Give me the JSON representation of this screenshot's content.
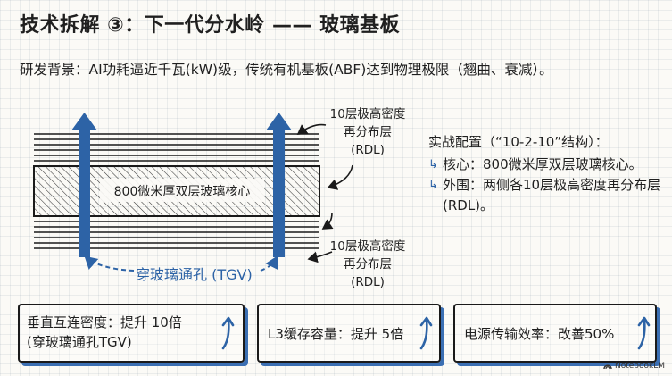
{
  "title": "技术拆解 ③：下一代分水岭 —— 玻璃基板",
  "subtitle": "研发背景：AI功耗逼近千瓦(kW)级，传统有机基板(ABF)达到物理极限（翘曲、衰减）。",
  "diagram": {
    "top_label": [
      "10层极高密度",
      "再分布层",
      "(RDL)"
    ],
    "core_label": "800微米厚双层玻璃核心",
    "bottom_label": [
      "10层极高密度",
      "再分布层",
      "(RDL)"
    ],
    "tgv_label": "穿玻璃通孔 (TGV)"
  },
  "config": {
    "heading": "实战配置（“10-2-10”结构）：",
    "items": [
      {
        "text": "核心：800微米厚双层玻璃核心。"
      },
      {
        "text": "外围：两侧各10层极高密度再分布层 (RDL)。"
      }
    ]
  },
  "cards": [
    {
      "line1": "垂直互连密度：提升 10倍",
      "line2": "(穿玻璃通孔TGV)"
    },
    {
      "line1": "L3缓存容量：提升 5倍"
    },
    {
      "line1": "电源传输效率：改善50%"
    }
  ],
  "brand": "NotebookLM",
  "colors": {
    "accent": "#2d63a6",
    "line": "#1a1a1a"
  }
}
